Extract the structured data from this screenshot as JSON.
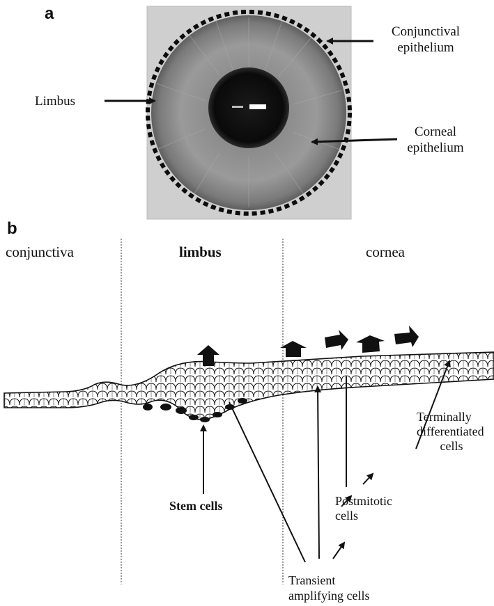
{
  "panel_a": {
    "letter": "a",
    "labels": {
      "limbus": "Limbus",
      "conjunctival_line1": "Conjunctival",
      "conjunctival_line2": "epithelium",
      "corneal_line1": "Corneal",
      "corneal_line2": "epithelium"
    }
  },
  "panel_b": {
    "letter": "b",
    "regions": {
      "conjunctiva": "conjunctiva",
      "limbus": "limbus",
      "cornea": "cornea"
    },
    "labels": {
      "stem_cells": "Stem cells",
      "terminal_line1": "Terminally",
      "terminal_line2": "differentiated",
      "terminal_line3": "cells",
      "postmitotic_line1": "Postmitotic",
      "postmitotic_line2": "cells",
      "transient_line1": "Transient",
      "transient_line2": "amplifying cells"
    }
  },
  "colors": {
    "ink": "#111111",
    "iris": "#8d8d8d",
    "pupil": "#0c0c0c"
  }
}
